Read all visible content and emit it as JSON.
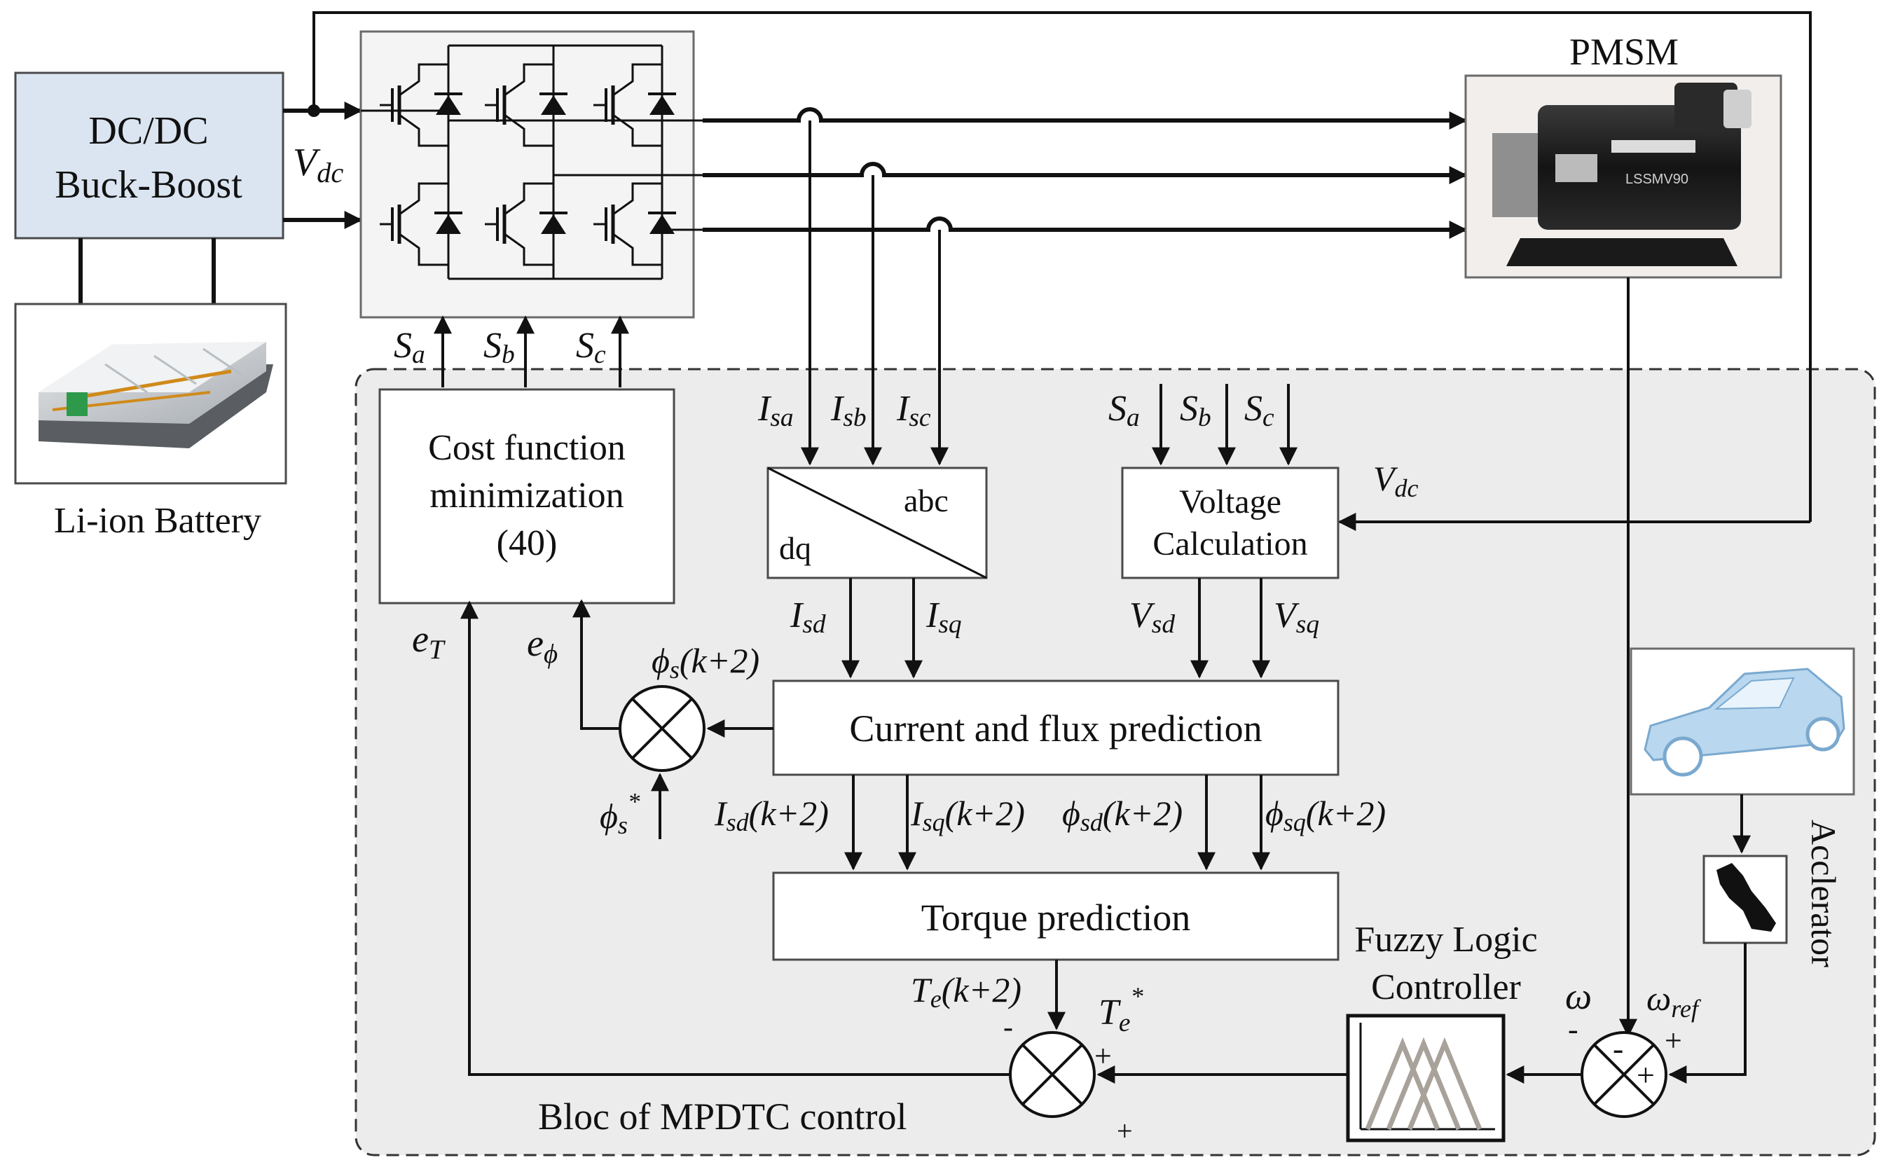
{
  "colors": {
    "dcdc_fill": "#dbe5f1",
    "mpdtc_region_fill": "#ececec",
    "box_stroke": "#4a4a4a",
    "wire": "#111111",
    "fuzzy_triangles": "#a8a29a",
    "motor_body": "#1f1f1f",
    "car_body": "#b9d7ee"
  },
  "dcdc": {
    "line1": "DC/DC",
    "line2": "Buck-Boost"
  },
  "battery": {
    "label": "Li-ion Battery"
  },
  "pmsm": {
    "label": "PMSM",
    "nameplate": "LSSMV90"
  },
  "inverter": {
    "gate_a": "a",
    "gate_b": "b",
    "gate_c": "c",
    "gate_letter": "S"
  },
  "vdc": {
    "main": "V",
    "sub": "dc"
  },
  "cost": {
    "line1": "Cost function",
    "line2": "minimization",
    "line3": "(40)"
  },
  "abc_dq": {
    "abc": "abc",
    "dq": "dq"
  },
  "currents": {
    "letter": "I",
    "sa": "sa",
    "sb": "sb",
    "sc": "sc",
    "sd": "sd",
    "sq": "sq"
  },
  "voltage_calc": {
    "line1": "Voltage",
    "line2": "Calculation"
  },
  "voltages": {
    "letter": "V",
    "sd": "sd",
    "sq": "sq"
  },
  "current_flux": {
    "label": "Current and flux prediction"
  },
  "torque_pred": {
    "label": "Torque prediction"
  },
  "flux": {
    "phi": "ϕ",
    "s_k2_sub": "s",
    "k2": "(k+2)",
    "ref_sub": "s",
    "star": "*",
    "sd_sub": "sd",
    "sq_sub": "sq"
  },
  "errors": {
    "e": "e",
    "eT_sub": "T",
    "ephi_sub": "ϕ"
  },
  "torque": {
    "letter": "T",
    "sub": "e",
    "k2": "(k+2)",
    "star": "*"
  },
  "signs": {
    "minus": "-",
    "plus": "+"
  },
  "fuzzy": {
    "line1": "Fuzzy Logic",
    "line2": "Controller"
  },
  "speed": {
    "omega": "ω",
    "ref_sub": "ref"
  },
  "accelerator": {
    "label": "Acclerator"
  },
  "block": {
    "label": "Bloc of MPDTC control"
  }
}
